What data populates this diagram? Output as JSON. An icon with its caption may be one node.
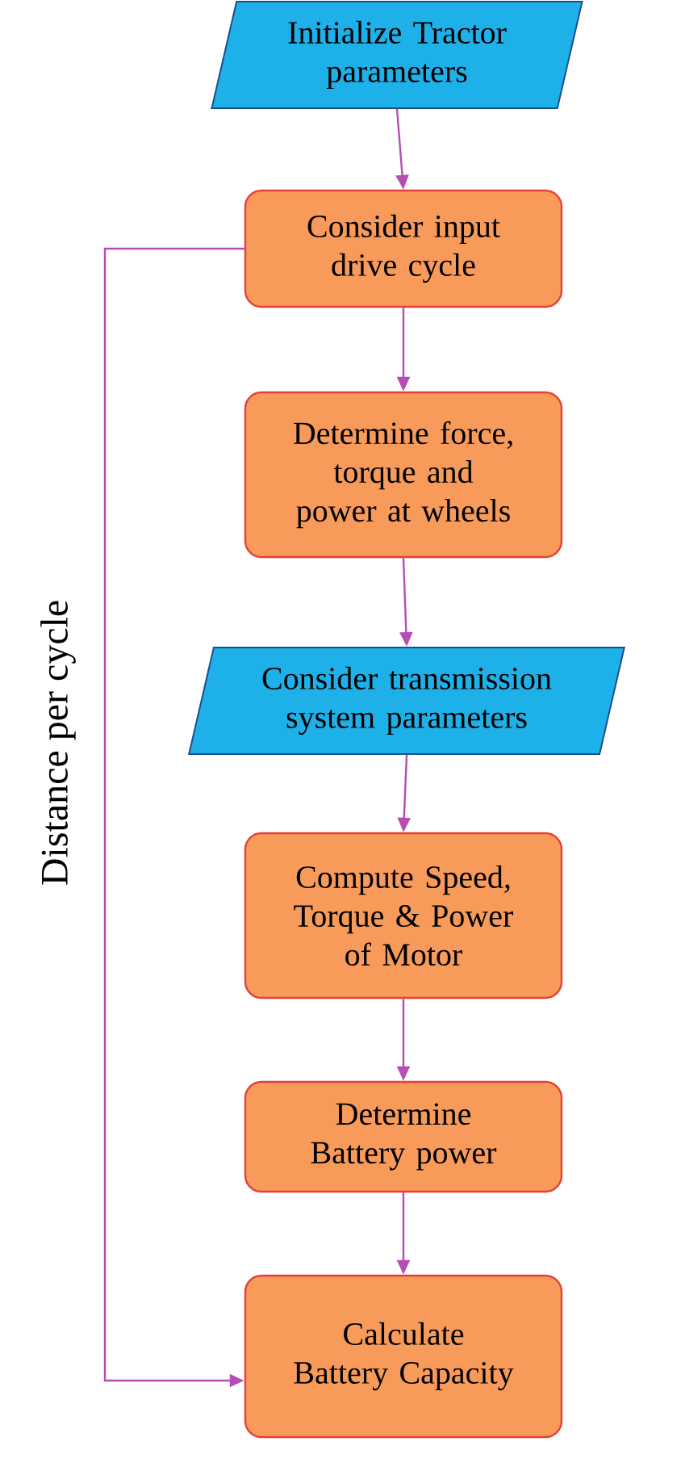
{
  "diagram": {
    "nodes": [
      {
        "text": [
          "Initialize Tractor parameters"
        ]
      },
      {
        "text": [
          "Consider input drive cycle"
        ]
      },
      {
        "text": [
          "Determine force, torque and power at wheels"
        ]
      },
      {
        "text": [
          "Consider transmission system parameters"
        ]
      },
      {
        "text": [
          "Compute Speed, Torque & Power of Motor"
        ]
      },
      {
        "text": [
          "Determine Battery power"
        ]
      },
      {
        "text": [
          "Calculate Battery Capacity"
        ]
      }
    ],
    "edges": [
      {
        "from": 0,
        "to": 1,
        "arrow": "to"
      },
      {
        "from": 1,
        "to": 2,
        "arrow": "to"
      },
      {
        "from": 2,
        "to": 3,
        "arrow": "to"
      },
      {
        "from": 3,
        "to": 4,
        "arrow": "to"
      },
      {
        "from": 4,
        "to": 5,
        "arrow": "to"
      },
      {
        "from": 5,
        "to": 6,
        "arrow": "to"
      },
      {
        "from": 1,
        "to": 6,
        "arrow": "to",
        "label": "Distance per cycle"
      }
    ]
  }
}
